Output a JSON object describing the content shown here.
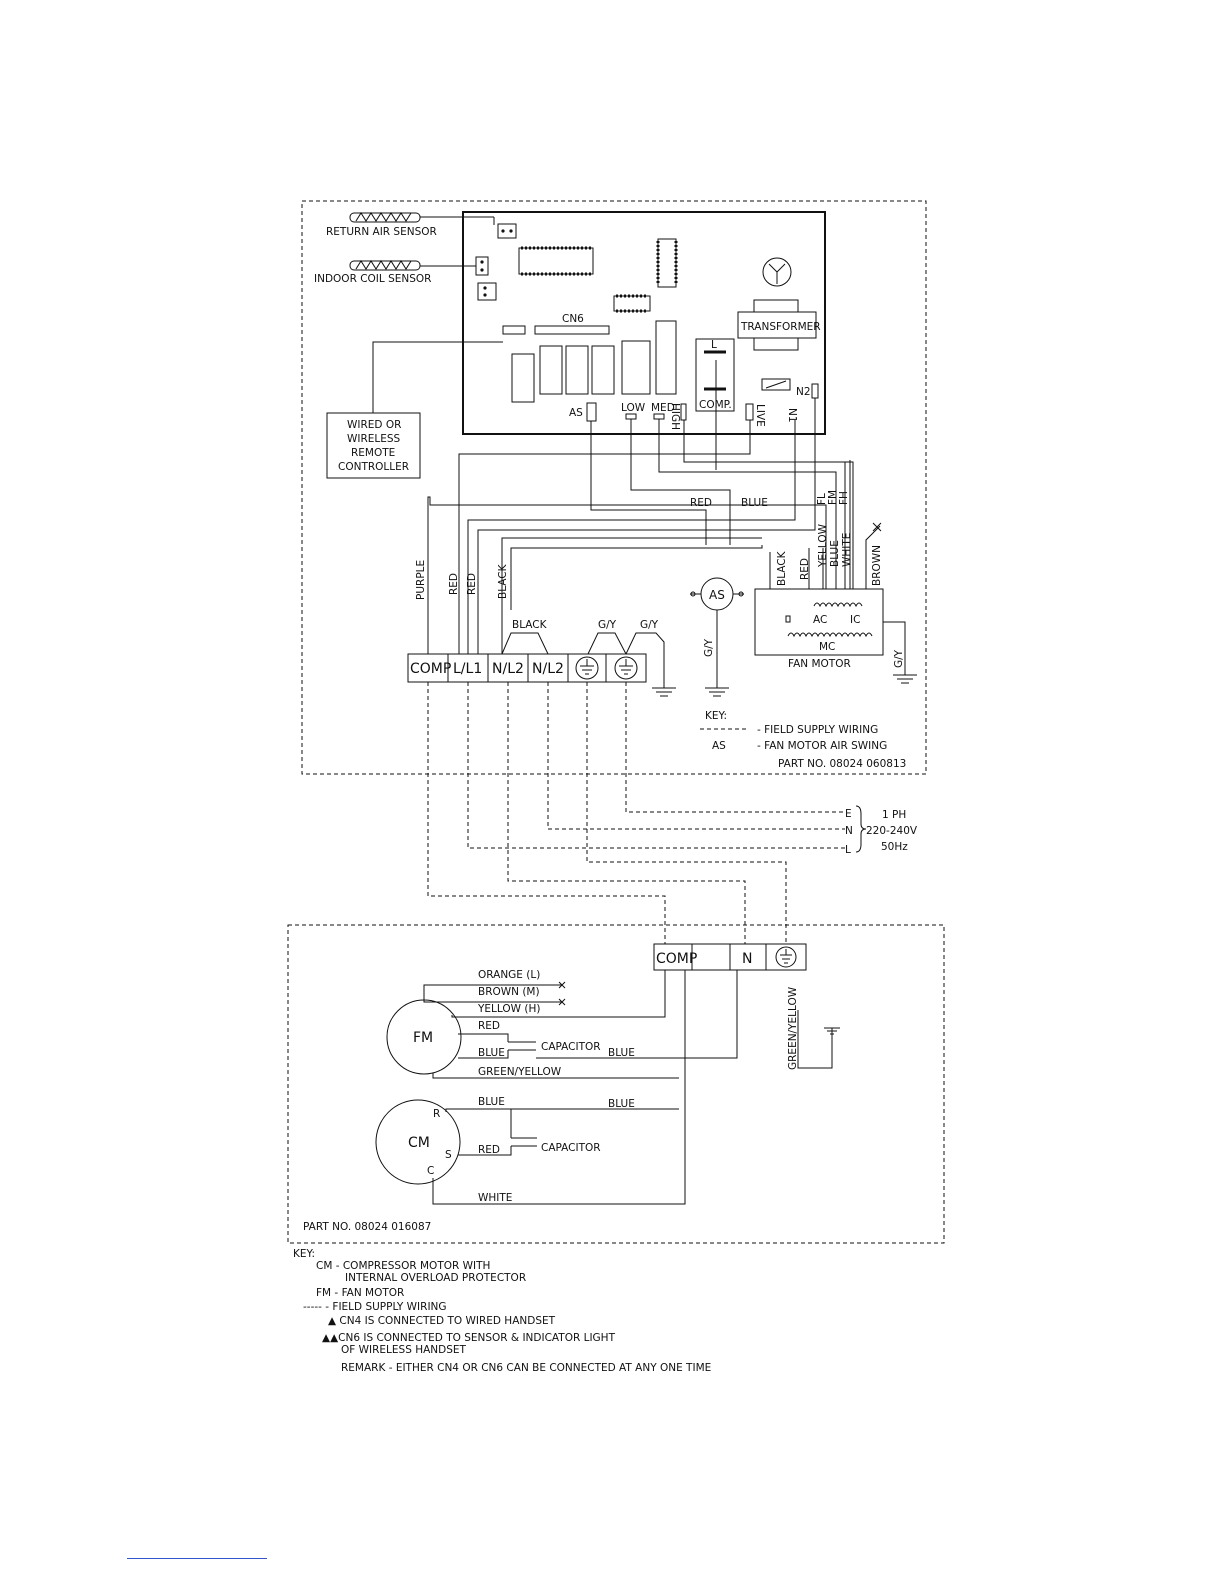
{
  "indoor": {
    "return_air_sensor": "RETURN AIR SENSOR",
    "indoor_coil_sensor": "INDOOR COIL SENSOR",
    "cn6": "CN6",
    "transformer": "TRANSFORMER",
    "n2": "N2",
    "l": "L",
    "comp": "COMP.",
    "as": "AS",
    "low": "LOW",
    "med": "MED",
    "high": "HIGH",
    "live": "LIVE",
    "n1": "N1",
    "remote": [
      "WIRED OR",
      "WIRELESS",
      "REMOTE",
      "CONTROLLER"
    ],
    "wires": {
      "red": "RED",
      "blue": "BLUE",
      "fl": "FL",
      "fm": "FM",
      "fh": "FH",
      "yellow": "YELLOW",
      "blue2": "BLUE",
      "white": "WHITE",
      "brown": "BROWN",
      "black": "BLACK",
      "red2": "RED",
      "purple": "PURPLE",
      "red_a": "RED",
      "red_b": "RED",
      "black2": "BLACK",
      "black_top": "BLACK",
      "gy1": "G/Y",
      "gy2": "G/Y",
      "gy3": "G/Y",
      "gy4": "G/Y"
    },
    "as_motor": "AS",
    "fan_motor": {
      "ac": "AC",
      "ic": "IC",
      "mc": "MC",
      "label": "FAN MOTOR"
    },
    "terminals": [
      "COMP",
      "L/L1",
      "N/L2",
      "N/L2"
    ],
    "key": {
      "title": "KEY:",
      "line1": "- FIELD SUPPLY WIRING",
      "as_abbr": "AS",
      "line2": "- FAN MOTOR AIR SWING"
    },
    "part_no": "PART NO. 08024 060813"
  },
  "supply": {
    "e": "E",
    "n": "N",
    "l": "L",
    "phase": "1 PH",
    "voltage": "220-240V",
    "freq": "50Hz"
  },
  "outdoor": {
    "terminals": [
      "COMP",
      "",
      "N"
    ],
    "orange": "ORANGE (L)",
    "brown": "BROWN (M)",
    "yellow": "YELLOW (H)",
    "fm": "FM",
    "red": "RED",
    "blue": "BLUE",
    "capacitor1": "CAPACITOR",
    "blue_right": "BLUE",
    "green_yellow": "GREEN/YELLOW",
    "green_yellow_v": "GREEN/YELLOW",
    "blue_cm": "BLUE",
    "blue_cm_right": "BLUE",
    "cm": "CM",
    "r": "R",
    "s": "S",
    "c": "C",
    "red_cm": "RED",
    "capacitor2": "CAPACITOR",
    "white": "WHITE",
    "part_no": "PART NO. 08024 016087"
  },
  "bottom_key": {
    "title": "KEY:",
    "cm1": "CM - COMPRESSOR MOTOR WITH",
    "cm2": "INTERNAL OVERLOAD PROTECTOR",
    "fm": "FM - FAN MOTOR",
    "field": "----- - FIELD SUPPLY WIRING",
    "cn4": "▲ CN4 IS CONNECTED TO WIRED HANDSET",
    "cn6a": "▲▲CN6 IS CONNECTED TO SENSOR & INDICATOR LIGHT",
    "cn6b": "OF WIRELESS HANDSET",
    "remark": "REMARK - EITHER CN4 OR CN6 CAN BE CONNECTED AT ANY ONE TIME"
  }
}
